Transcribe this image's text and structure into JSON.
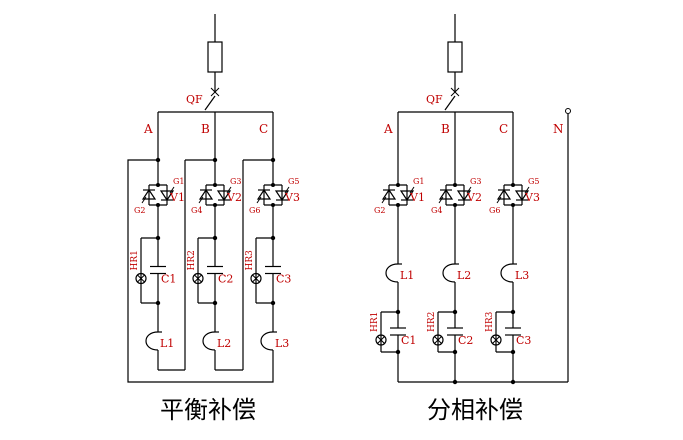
{
  "left": {
    "caption": "平衡补偿",
    "breaker": "QF",
    "phases": [
      {
        "name": "A",
        "g_top": "G1",
        "g_bottom": "G2",
        "thyristor": "V1",
        "lamp": "HR1",
        "cap": "C1",
        "reactor": "L1"
      },
      {
        "name": "B",
        "g_top": "G3",
        "g_bottom": "G4",
        "thyristor": "V2",
        "lamp": "HR2",
        "cap": "C2",
        "reactor": "L2"
      },
      {
        "name": "C",
        "g_top": "G5",
        "g_bottom": "G6",
        "thyristor": "V3",
        "lamp": "HR3",
        "cap": "C3",
        "reactor": "L3"
      }
    ]
  },
  "right": {
    "caption": "分相补偿",
    "breaker": "QF",
    "neutral": "N",
    "phases": [
      {
        "name": "A",
        "g_top": "G1",
        "g_bottom": "G2",
        "thyristor": "V1",
        "lamp": "HR1",
        "cap": "C1",
        "reactor": "L1"
      },
      {
        "name": "B",
        "g_top": "G3",
        "g_bottom": "G4",
        "thyristor": "V2",
        "lamp": "HR2",
        "cap": "C2",
        "reactor": "L2"
      },
      {
        "name": "C",
        "g_top": "G5",
        "g_bottom": "G6",
        "thyristor": "V3",
        "lamp": "HR3",
        "cap": "C3",
        "reactor": "L3"
      }
    ]
  },
  "colors": {
    "wire": "#000000",
    "label": "#c00000"
  }
}
